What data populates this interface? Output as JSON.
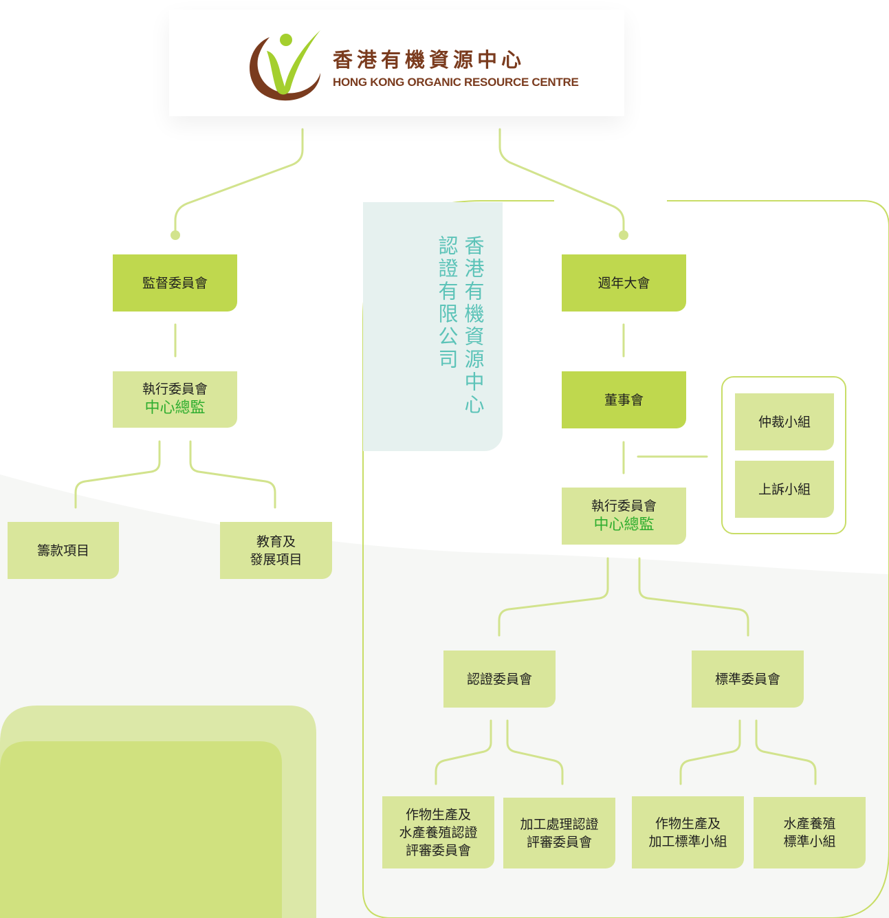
{
  "logo": {
    "name_zh": "香港有機資源中心",
    "name_en": "HONG KONG ORGANIC RESOURCE CENTRE",
    "colors": {
      "brown": "#7a3b1e",
      "green": "#a4cf2e"
    }
  },
  "panel": {
    "label_col1": "香港有機資源中心",
    "label_col2": "認證有限公司"
  },
  "left": {
    "supervisory": "監督委員會",
    "executive": "執行委員會",
    "executive_sub": "中心總監",
    "fundraising": "籌款項目",
    "education_line1": "教育及",
    "education_line2": "發展項目"
  },
  "right": {
    "agm": "週年大會",
    "board": "董事會",
    "arbitration": "仲裁小組",
    "appeal": "上訴小組",
    "executive": "執行委員會",
    "executive_sub": "中心總監",
    "certification": "認證委員會",
    "standards": "標準委員會",
    "crop_review": [
      "作物生產及",
      "水產養殖認證",
      "評審委員會"
    ],
    "processing_review": [
      "加工處理認證",
      "評審委員會"
    ],
    "crop_standards": [
      "作物生產及",
      "加工標準小組"
    ],
    "aquaculture_standards": [
      "水產養殖",
      "標準小組"
    ]
  },
  "colors": {
    "node_dark": "#bfd84e",
    "node_light": "#d9e69b",
    "connector": "#d2e38d",
    "accent_text": "#2fad2f",
    "panel_text": "#5cc3b8"
  }
}
